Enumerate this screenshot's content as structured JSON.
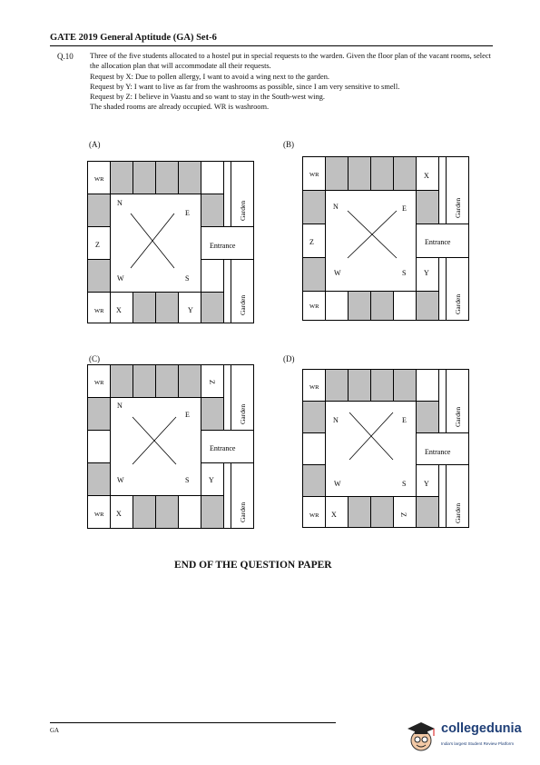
{
  "page_title": "GATE 2019 General Aptitude (GA) Set-6",
  "question": {
    "number": "Q.10",
    "lines": [
      "Three of the five students allocated to a hostel put in special requests to the warden. Given the floor plan of the vacant rooms, select the allocation plan that will accommodate all their requests.",
      "Request by X: Due to pollen allergy, I want to avoid a wing next to the garden.",
      "Request by Y: I want to live as far from the washrooms as possible, since I am very sensitive to smell.",
      "Request by Z: I believe in Vaastu and so want to stay in the South-west wing.",
      "The shaded rooms are already occupied. WR is washroom."
    ]
  },
  "common": {
    "wr": "WR",
    "garden": "Garden",
    "entrance": "Entrance",
    "n": "N",
    "e": "E",
    "s": "S",
    "w": "W"
  },
  "options": [
    {
      "label": "(A)",
      "x": "X",
      "y": "Y",
      "z": "Z"
    },
    {
      "label": "(B)",
      "x": "X",
      "y": "Y",
      "z": "Z"
    },
    {
      "label": "(C)",
      "x": "X",
      "y": "Y",
      "z": "Z"
    },
    {
      "label": "(D)",
      "x": "X",
      "y": "Y",
      "z": "Z"
    }
  ],
  "end_text": "END OF THE QUESTION PAPER",
  "footer_left": "GA",
  "brand": {
    "name": "collegedunia",
    "tagline": "India's largest Student Review Platform",
    "color": "#1f3f77"
  }
}
